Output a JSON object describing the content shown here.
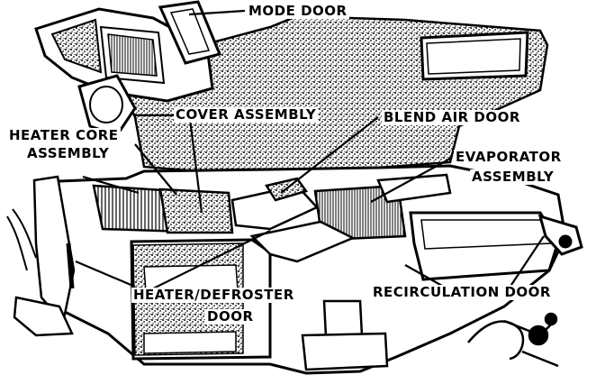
{
  "colors": {
    "ink": "#000000",
    "paper": "#ffffff",
    "foam": "#6e6e6e"
  },
  "callouts": {
    "mode_door": "MODE DOOR",
    "cover_assembly": "COVER ASSEMBLY",
    "blend_air_door": "BLEND AIR DOOR",
    "heater_core_line1": "HEATER CORE",
    "heater_core_line2": "ASSEMBLY",
    "evaporator_line1": "EVAPORATOR",
    "evaporator_line2": "ASSEMBLY",
    "heater_defroster_line1": "HEATER/DEFROSTER",
    "heater_defroster_line2": "DOOR",
    "recirculation_door": "RECIRCULATION DOOR"
  }
}
